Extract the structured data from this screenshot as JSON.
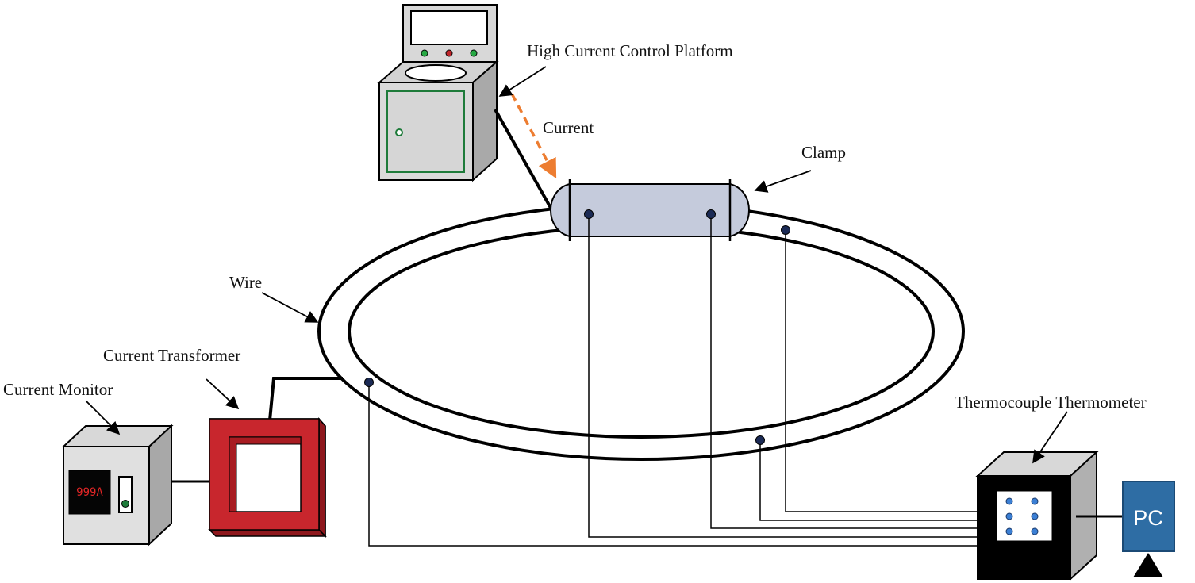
{
  "labels": {
    "platform": "High Current Control Platform",
    "current": "Current",
    "clamp": "Clamp",
    "wire": "Wire",
    "transformer": "Current Transformer",
    "monitor": "Current Monitor",
    "thermometer": "Thermocouple Thermometer"
  },
  "monitor": {
    "reading": "999A"
  },
  "pc": {
    "label": "PC"
  },
  "colors": {
    "transformer_red": "#c8262d",
    "clamp_fill": "#c5cbdc",
    "current_arrow": "#ed7d31",
    "pc_blue": "#2e6da4",
    "sensor_dot": "#1b2a55",
    "thermo_dot": "#3b7fd4"
  }
}
